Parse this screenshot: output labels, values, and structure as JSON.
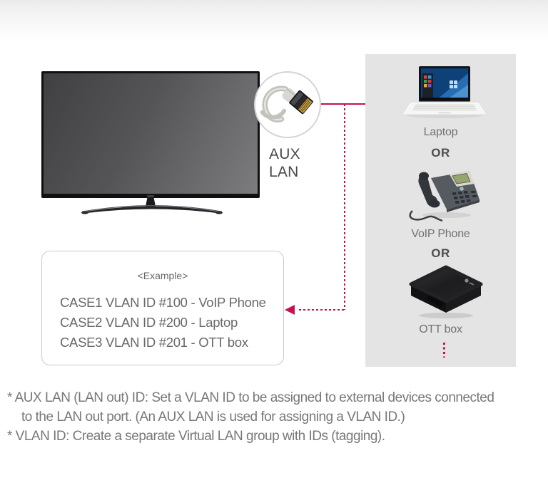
{
  "colors": {
    "accent_red": "#c8104e",
    "panel_gray": "#e4e4e4"
  },
  "diagram": {
    "aux_port": {
      "label_line1": "AUX",
      "label_line2": "LAN"
    },
    "or_label": "OR",
    "devices": [
      {
        "label": "Laptop"
      },
      {
        "label": "VoIP Phone"
      },
      {
        "label": "OTT box"
      }
    ],
    "example_box": {
      "title": "<Example>",
      "cases": [
        "CASE1 VLAN ID #100 - VoIP Phone",
        "CASE2 VLAN ID #200 - Laptop",
        "CASE3 VLAN ID #201 - OTT box"
      ]
    }
  },
  "footnotes": [
    {
      "lines": [
        "* AUX LAN (LAN out) ID: Set a VLAN ID to be assigned to external devices connected",
        "to the LAN out port. (An AUX LAN is used for assigning a VLAN ID.)"
      ]
    },
    {
      "lines": [
        "* VLAN ID: Create a separate Virtual LAN group with IDs (tagging)."
      ]
    }
  ]
}
